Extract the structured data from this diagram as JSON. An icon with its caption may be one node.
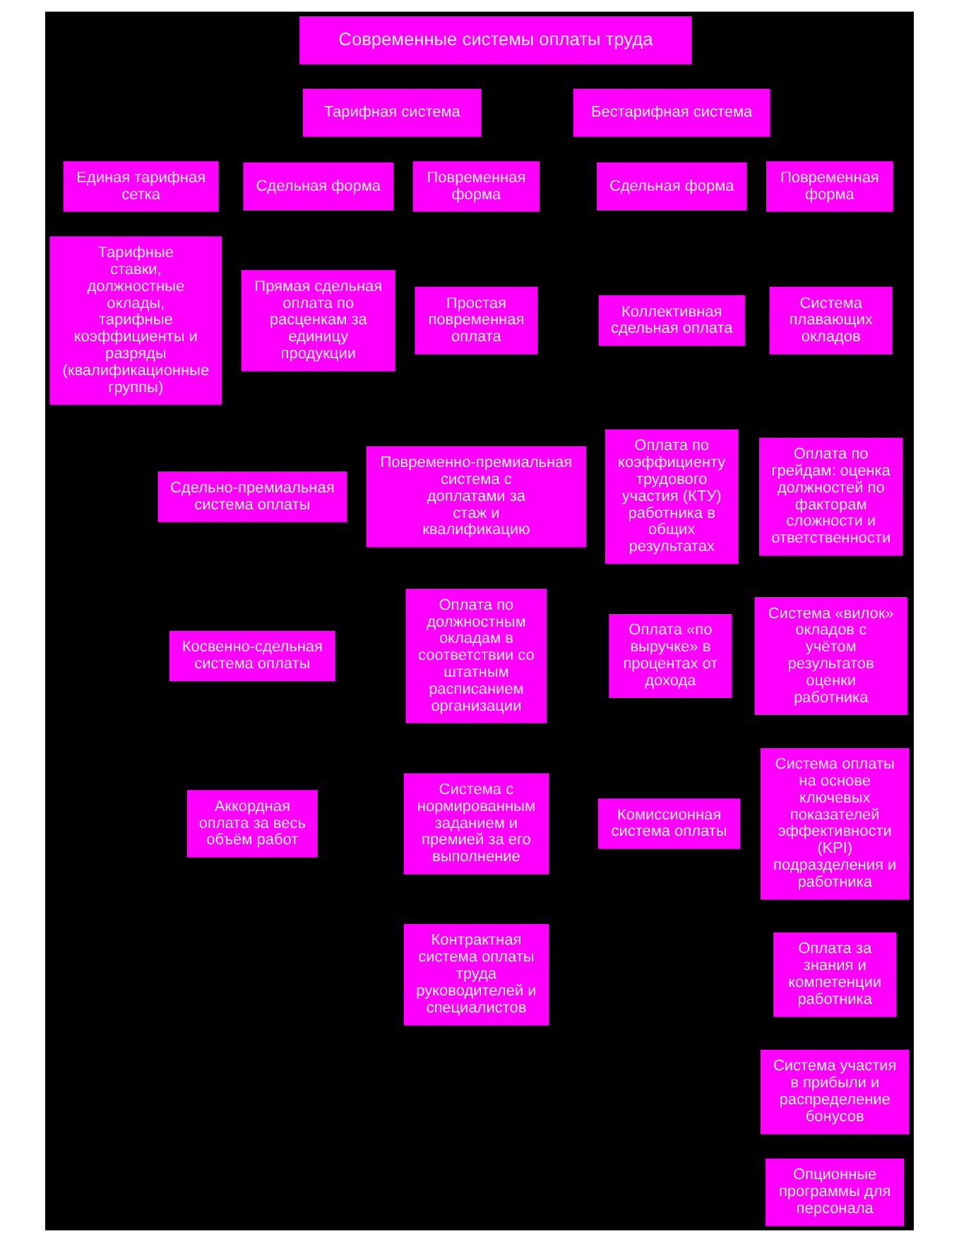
{
  "diagram": {
    "nodes": [
      {
        "text": [
          "Современные системы оплаты труда"
        ]
      },
      {
        "text": [
          "Тарифная система"
        ]
      },
      {
        "text": [
          "Бестарифная система"
        ]
      },
      {
        "text": [
          "Единая тарифная сетка"
        ]
      },
      {
        "text": [
          "Тарифные ставки, должностные оклады, тарифные коэффициенты и разряды (квалификационные группы)"
        ]
      },
      {
        "text": [
          "Сдельная форма"
        ]
      },
      {
        "text": [
          "Прямая сдельная оплата по расценкам за единицу продукции"
        ]
      },
      {
        "text": [
          "Сдельно-премиальная система оплаты"
        ]
      },
      {
        "text": [
          "Косвенно-сдельная система оплаты"
        ]
      },
      {
        "text": [
          "Аккордная оплата за весь объём работ"
        ]
      },
      {
        "text": [
          "Повременная форма"
        ]
      },
      {
        "text": [
          "Простая повременная оплата"
        ]
      },
      {
        "text": [
          "Повременно-премиальная система с доплатами за стаж и квалификацию"
        ]
      },
      {
        "text": [
          "Оплата по должностным окладам в соответствии со штатным расписанием организации"
        ]
      },
      {
        "text": [
          "Система с нормированным заданием и премией за его выполнение"
        ]
      },
      {
        "text": [
          "Контрактная система оплаты труда руководителей и специалистов"
        ]
      },
      {
        "text": [
          "Сдельная форма"
        ]
      },
      {
        "text": [
          "Коллективная сдельная оплата"
        ]
      },
      {
        "text": [
          "Оплата по коэффициенту трудового участия (КТУ) работника в общих результатах"
        ]
      },
      {
        "text": [
          "Оплата «по выручке» в процентах от дохода"
        ]
      },
      {
        "text": [
          "Комиссионная система оплаты"
        ]
      },
      {
        "text": [
          "Повременная форма"
        ]
      },
      {
        "text": [
          "Система плавающих окладов"
        ]
      },
      {
        "text": [
          "Оплата по грейдам: оценка должностей по факторам сложности и ответственности"
        ]
      },
      {
        "text": [
          "Система «вилок» окладов с учётом результатов оценки работника"
        ]
      },
      {
        "text": [
          "Система оплаты на основе ключевых показателей эффективности (KPI) подразделения и работника"
        ]
      },
      {
        "text": [
          "Оплата за знания и компетенции работника"
        ]
      },
      {
        "text": [
          "Система участия в прибыли и распределение бонусов"
        ]
      },
      {
        "text": [
          "Опционные программы для персонала"
        ]
      }
    ]
  }
}
